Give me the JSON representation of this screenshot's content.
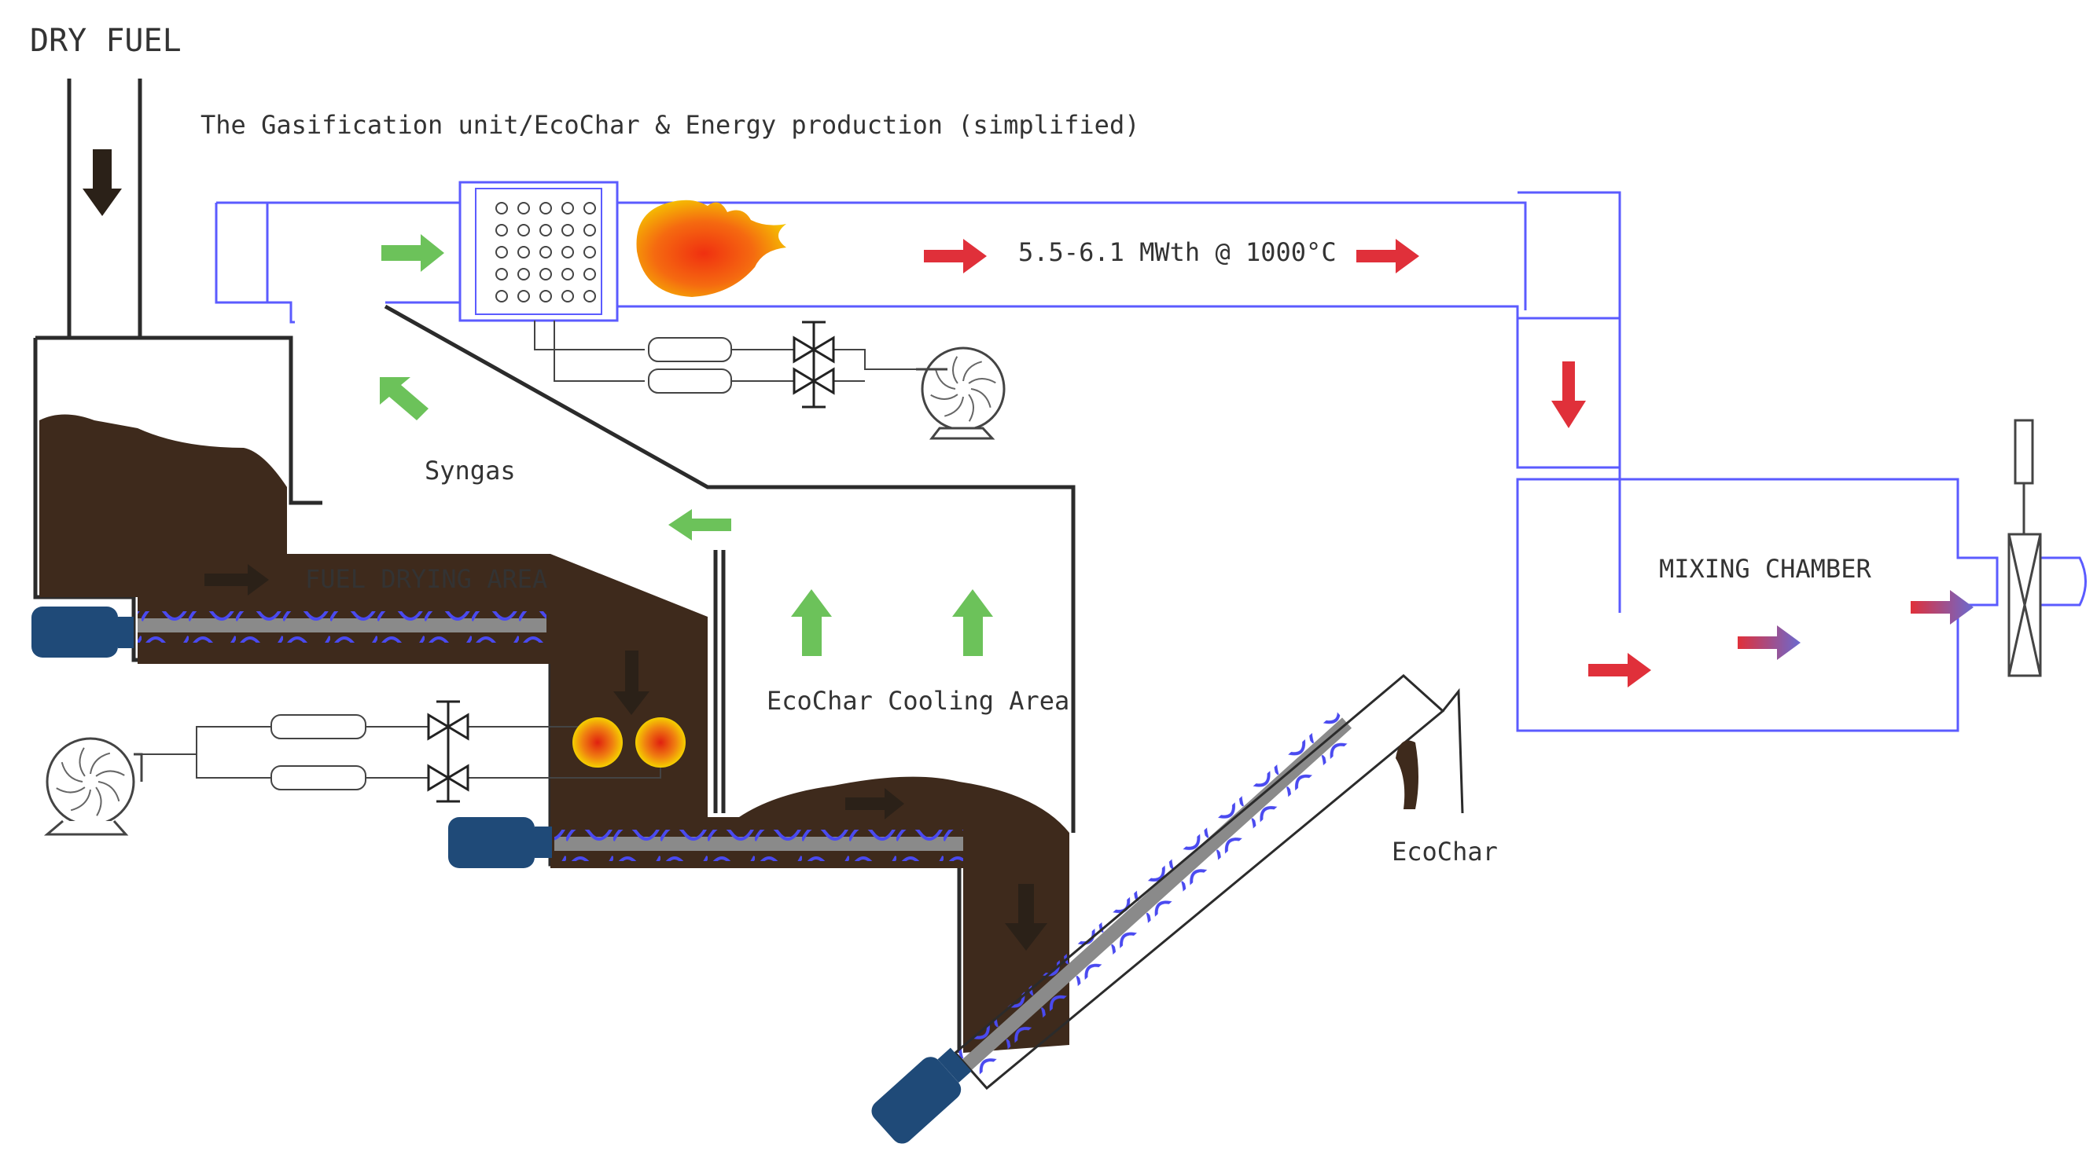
{
  "labels": {
    "dry_fuel": "DRY FUEL",
    "title": "The Gasification unit/EcoChar & Energy production (simplified)",
    "power": "5.5-6.1 MWth @ 1000°C",
    "syngas": "Syngas",
    "fuel_drying_area": "FUEL DRYING AREA",
    "ecochar_cooling_area": "EcoChar Cooling Area",
    "mixing_chamber": "MIXING CHAMBER",
    "ecochar": "EcoChar"
  },
  "colors": {
    "duct": "#5b5bff",
    "wall": "#2b2b2b",
    "fuel": "#3e2a1c",
    "motor": "#1f4a78",
    "screw_shaft": "#8a8a8a",
    "screw_flight": "#4a4af0",
    "flow_green": "#6cc25a",
    "flow_red": "#e0303a",
    "arrow_dark": "#2b2118",
    "flame_outer": "#f5c400",
    "flame_inner": "#f04010"
  },
  "icons": [
    "down-arrow-icon",
    "flame-icon",
    "fan-icon",
    "valve-icon",
    "motor-icon",
    "screw-conveyor-icon",
    "burner-icon",
    "damper-icon"
  ]
}
